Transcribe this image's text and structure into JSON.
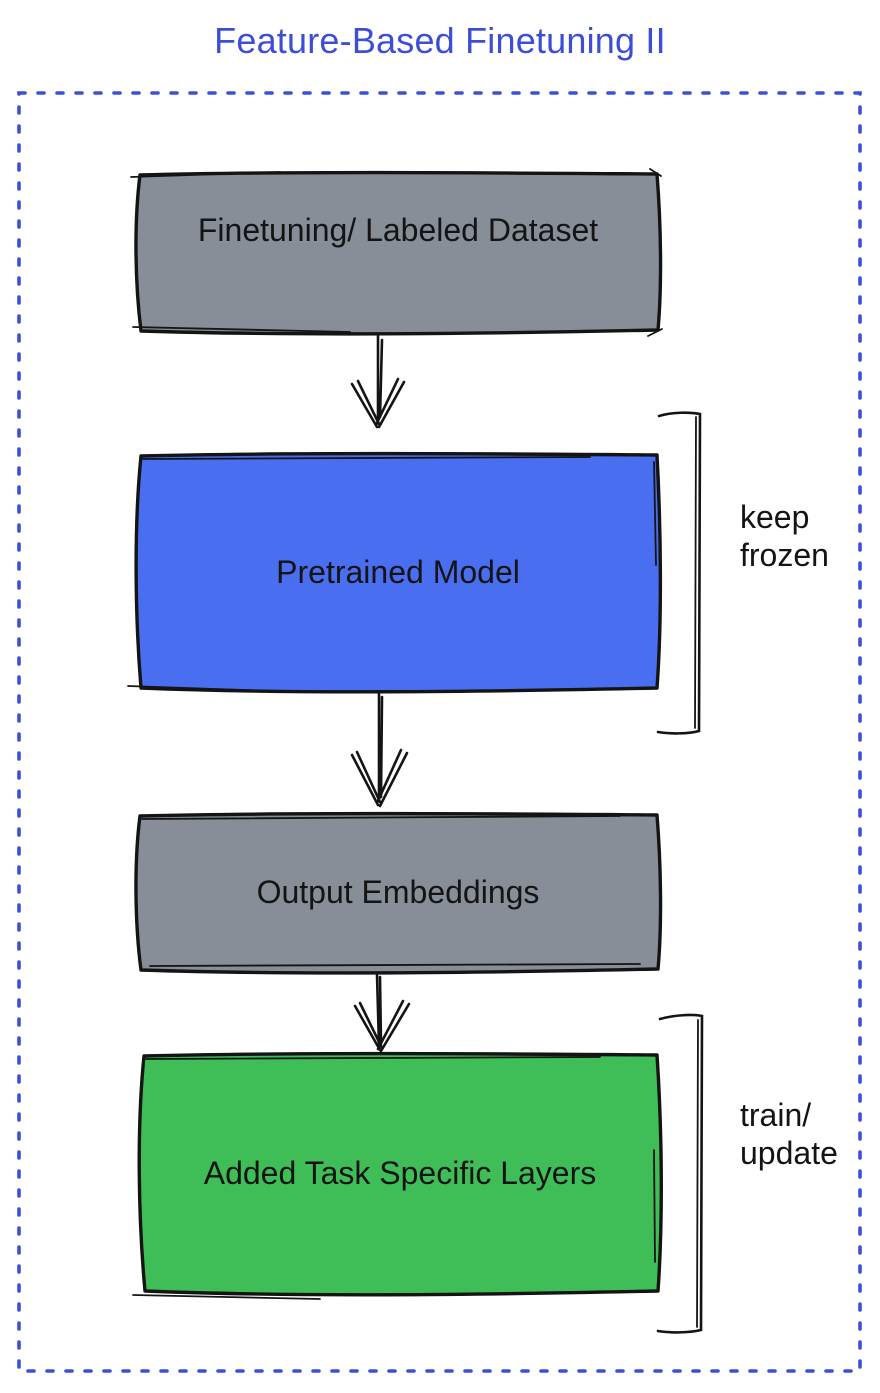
{
  "title": "Feature-Based Finetuning II",
  "colors": {
    "title": "#3C4ED8",
    "frame": "#3A50D9",
    "gray": "#878E97",
    "blue": "#4A6EF0",
    "green": "#3FBE58",
    "ink": "#141414"
  },
  "nodes": [
    {
      "label": "Finetuning/ Labeled Dataset",
      "fill": "gray"
    },
    {
      "label": "Pretrained Model",
      "fill": "blue"
    },
    {
      "label": "Output Embeddings",
      "fill": "gray"
    },
    {
      "label": "Added Task Specific Layers",
      "fill": "green"
    }
  ],
  "annotations": [
    {
      "line1": "keep",
      "line2": "frozen",
      "target": "Pretrained Model"
    },
    {
      "line1": "train/",
      "line2": "update",
      "target": "Added Task Specific Layers"
    }
  ]
}
